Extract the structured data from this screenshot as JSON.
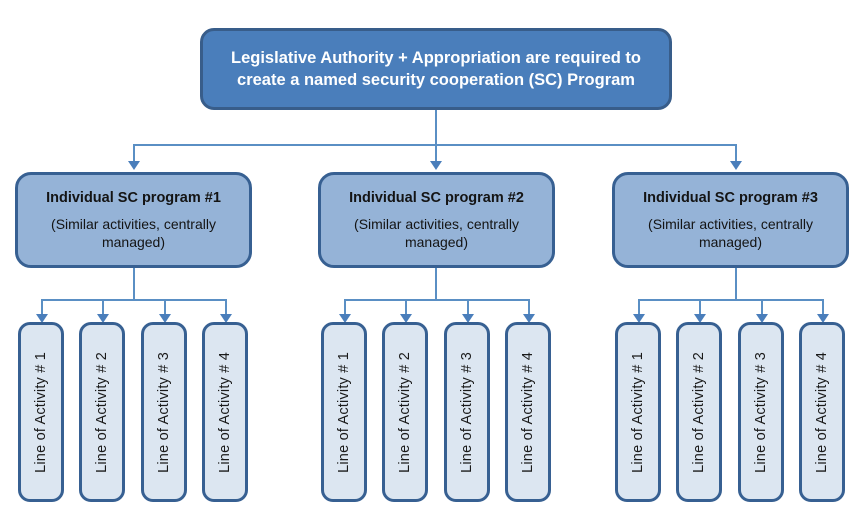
{
  "diagram": {
    "title_text": "Legislative Authority + Appropriation are required to create a named security cooperation (SC) Program",
    "colors": {
      "root_fill": "#4a7ebb",
      "root_border": "#385d8a",
      "program_fill": "#95b3d7",
      "program_border": "#376092",
      "loa_fill": "#dce6f1",
      "loa_border": "#376092",
      "connector": "#5a8fc4",
      "root_text": "#ffffff",
      "body_text": "#141414"
    },
    "root": {
      "line1": "Legislative Authority + Appropriation are required to",
      "line2": "create a named security cooperation (SC) Program"
    },
    "programs": [
      {
        "title": "Individual SC program #1",
        "subtitle": "(Similar activities, centrally managed)",
        "activities": [
          "Line of Activity # 1",
          "Line of Activity # 2",
          "Line of Activity # 3",
          "Line of Activity # 4"
        ]
      },
      {
        "title": "Individual SC program #2",
        "subtitle": "(Similar activities, centrally managed)",
        "activities": [
          "Line of Activity # 1",
          "Line of Activity # 2",
          "Line of Activity # 3",
          "Line of Activity # 4"
        ]
      },
      {
        "title": "Individual SC program #3",
        "subtitle": "(Similar activities, centrally managed)",
        "activities": [
          "Line of Activity # 1",
          "Line of Activity # 2",
          "Line of Activity # 3",
          "Line of Activity # 4"
        ]
      }
    ]
  }
}
